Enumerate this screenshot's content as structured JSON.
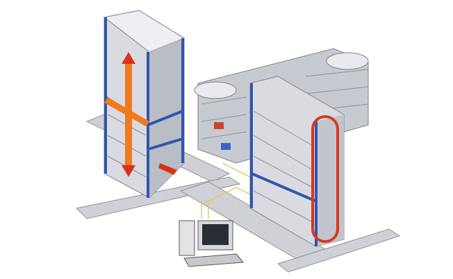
{
  "colors": {
    "background": "#ffffff",
    "frame_blue": "#2f56b0",
    "panel_gray": "#d9dbe0",
    "panel_dark": "#9ea2ab",
    "arrow_orange": "#f07a1e",
    "arrow_red": "#d8321a",
    "loop_red": "#d83a1c",
    "cable_yellow": "#e8c76a"
  },
  "icons": [
    "vertical-lift-module",
    "horizontal-carousel",
    "vertical-carousel",
    "conveyor",
    "computer-workstation"
  ]
}
